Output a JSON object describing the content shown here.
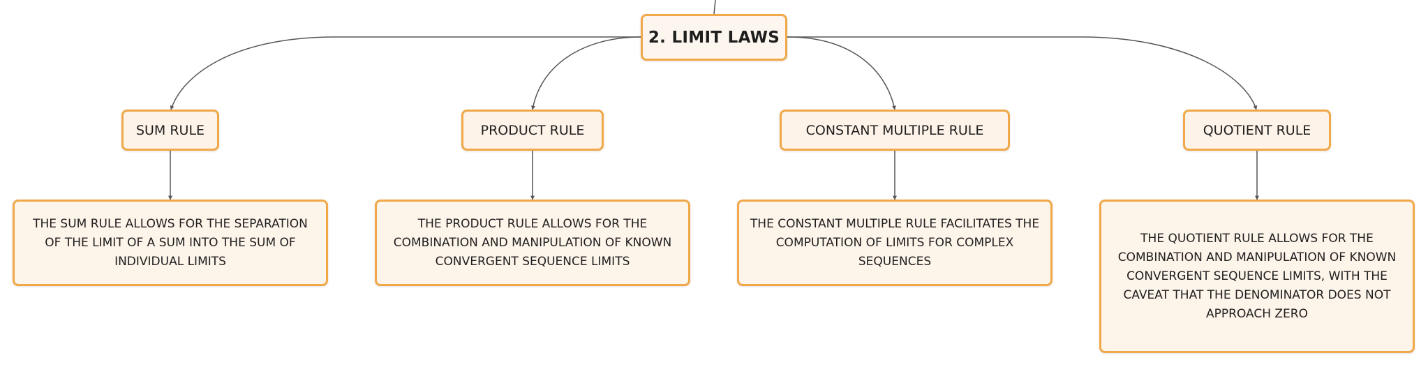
{
  "root": {
    "label": "2. LIMIT LAWS"
  },
  "rules": [
    {
      "label": "SUM RULE",
      "description": "THE SUM RULE ALLOWS FOR THE SEPARATION OF THE LIMIT OF A SUM INTO THE SUM OF INDIVIDUAL LIMITS"
    },
    {
      "label": "PRODUCT RULE",
      "description": "THE PRODUCT RULE ALLOWS FOR THE COMBINATION AND MANIPULATION OF KNOWN CONVERGENT SEQUENCE LIMITS"
    },
    {
      "label": "CONSTANT MULTIPLE RULE",
      "description": "THE CONSTANT MULTIPLE RULE FACILITATES THE COMPUTATION OF LIMITS FOR COMPLEX SEQUENCES"
    },
    {
      "label": "QUOTIENT RULE",
      "description": "THE QUOTIENT RULE ALLOWS FOR THE COMBINATION AND MANIPULATION OF KNOWN CONVERGENT SEQUENCE LIMITS, WITH THE CAVEAT THAT THE DENOMINATOR DOES NOT APPROACH ZERO"
    }
  ],
  "colors": {
    "node_border": "#f0a848",
    "node_fill": "#fdf3e8",
    "connector": "#555555",
    "text": "#1e1e1e"
  }
}
